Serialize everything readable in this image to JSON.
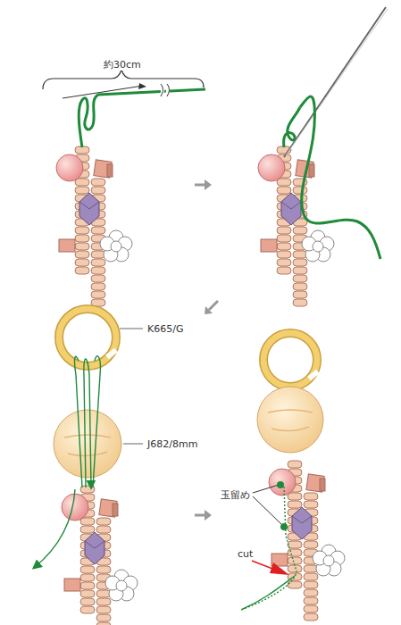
{
  "diagram": {
    "labels": [
      "約30cm",
      "K665/G",
      "J682/8mm",
      "玉留め",
      "cut"
    ]
  }
}
